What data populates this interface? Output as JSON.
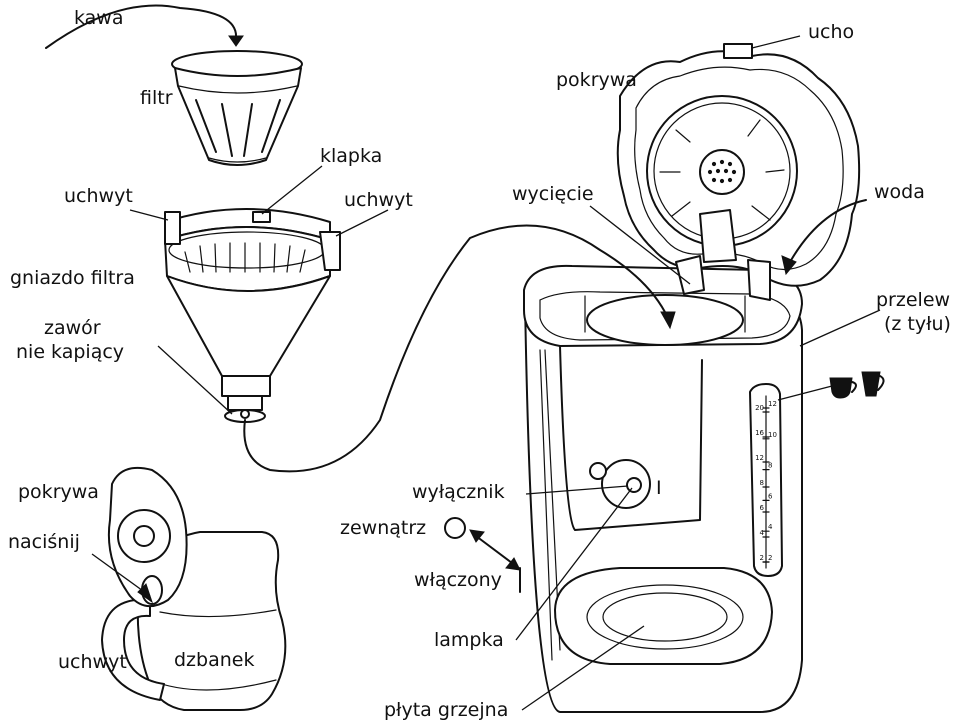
{
  "labels": {
    "kawa": "kawa",
    "filtr": "filtr",
    "klapka": "klapka",
    "uchwyt_left": "uchwyt",
    "uchwyt_right": "uchwyt",
    "gniazdo_filtra": "gniazdo filtra",
    "zawor_line1": "zawór",
    "zawor_line2": "nie kapiący",
    "pokrywa_top": "pokrywa",
    "ucho": "ucho",
    "wyciecie": "wycięcie",
    "woda": "woda",
    "przelew_line1": "przelew",
    "przelew_line2": "(z tyłu)",
    "wylacznik": "wyłącznik",
    "zewnatrz": "zewnątrz",
    "wlaczony": "włączony",
    "lampka": "lampka",
    "plyta_grzejna": "płyta grzejna",
    "pokrywa_jug": "pokrywa",
    "nacisnij": "naciśnij",
    "uchwyt_jug": "uchwyt",
    "dzbanek": "dzbanek"
  },
  "switch_marks": {
    "on_mark": "I"
  },
  "water_scale": {
    "left": [
      "20",
      "16",
      "12",
      "8",
      "6",
      "4",
      "2"
    ],
    "right": [
      "12",
      "10",
      "8",
      "6",
      "4",
      "2"
    ]
  }
}
